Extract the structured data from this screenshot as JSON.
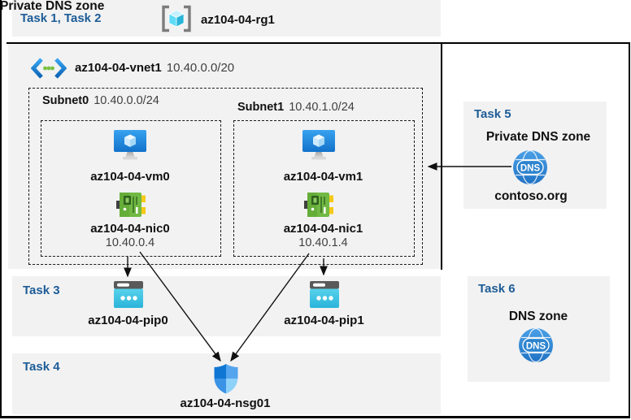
{
  "colors": {
    "panel_bg": "#f2f2f2",
    "task_label_blue": "#1d5c97",
    "border_black": "#000000",
    "muted_text": "#404040",
    "vm_blue": "#1e7fd8",
    "nic_green": "#6cb33f",
    "pip_cyan": "#3fc6e4",
    "nsg_blue": "#1076d4",
    "dns_blue": "#2e86d0"
  },
  "header": {
    "tasks": "Task 1, Task 2",
    "resource_group": "az104-04-rg1"
  },
  "vnet": {
    "name": "az104-04-vnet1",
    "cidr": "10.40.0.0/20",
    "subnets": [
      {
        "name": "Subnet0",
        "cidr": "10.40.0.0/24",
        "vm": "az104-04-vm0",
        "nic": "az104-04-nic0",
        "nic_ip": "10.40.0.4"
      },
      {
        "name": "Subnet1",
        "cidr": "10.40.1.0/24",
        "vm": "az104-04-vm1",
        "nic": "az104-04-nic1",
        "nic_ip": "10.40.1.4"
      }
    ]
  },
  "task3": {
    "label": "Task 3",
    "pip0": "az104-04-pip0",
    "pip1": "az104-04-pip1"
  },
  "task4": {
    "label": "Task 4",
    "nsg": "az104-04-nsg01"
  },
  "task5": {
    "label": "Task 5",
    "title": "Private DNS zone",
    "zone_name": "contoso.org",
    "icon_text": "DNS"
  },
  "task6": {
    "label": "Task 6",
    "title": "DNS zone",
    "icon_text": "DNS"
  },
  "connections": [
    {
      "from": "az104-04-nic0",
      "to": "az104-04-pip0"
    },
    {
      "from": "az104-04-nic0",
      "to": "az104-04-nsg01"
    },
    {
      "from": "az104-04-nic1",
      "to": "az104-04-pip1"
    },
    {
      "from": "az104-04-nic1",
      "to": "az104-04-nsg01"
    },
    {
      "from": "contoso.org",
      "to": "Subnet1"
    }
  ]
}
